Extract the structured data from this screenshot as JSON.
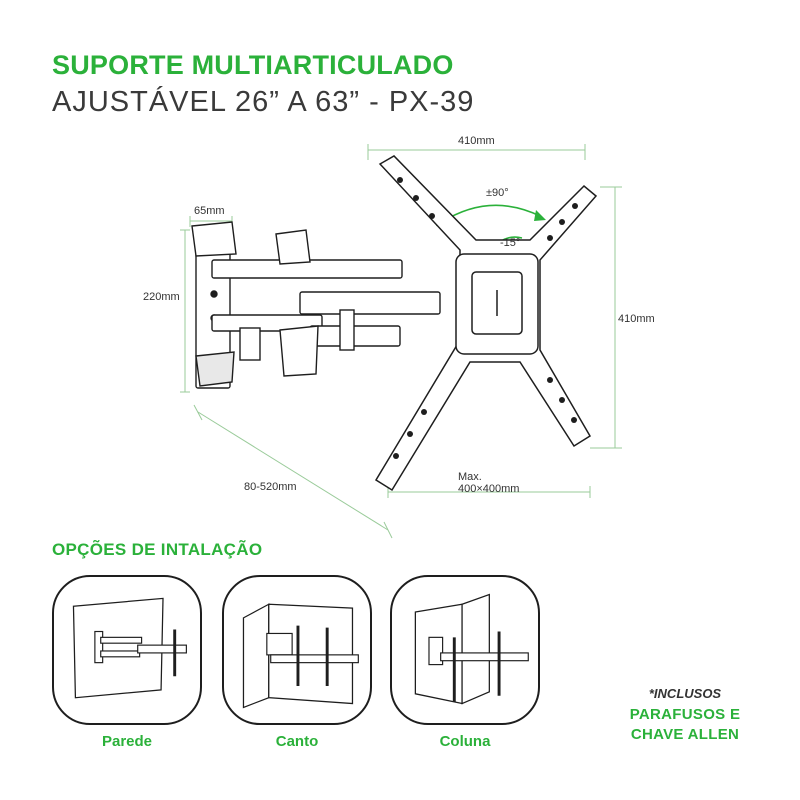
{
  "header": {
    "title": "SUPORTE MULTIARTICULADO",
    "subtitle": "AJUSTÁVEL 26” A 63” - PX-39"
  },
  "diagram": {
    "dim_width_top": "410mm",
    "dim_height_right": "410mm",
    "dim_arm_width": "65mm",
    "dim_arm_height": "220mm",
    "dim_rotation": "±90°",
    "dim_tilt": "-15°",
    "dim_extension": "80-520mm",
    "dim_vesa_label": "Max.",
    "dim_vesa_value": "400×400mm"
  },
  "installation": {
    "title": "OPÇÕES DE INTALAÇÃO",
    "options": [
      {
        "label": "Parede"
      },
      {
        "label": "Canto"
      },
      {
        "label": "Coluna"
      }
    ]
  },
  "included": {
    "note": "*INCLUSOS",
    "line1": "PARAFUSOS E",
    "line2": "CHAVE ALLEN"
  },
  "colors": {
    "accent": "#2bb13a",
    "dimension_line": "#9acb9a",
    "drawing": "#1e1e1e"
  }
}
